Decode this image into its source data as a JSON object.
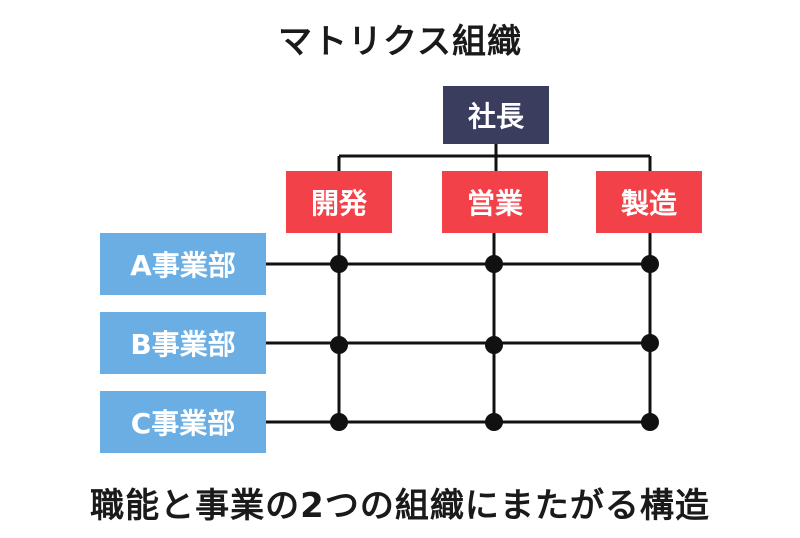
{
  "title": "マトリクス組織",
  "president": "社長",
  "functions": [
    "開発",
    "営業",
    "製造"
  ],
  "divisions": [
    "A事業部",
    "B事業部",
    "C事業部"
  ],
  "caption": "職能と事業の2つの組織にまたがる構造",
  "colors": {
    "president": "#3b3d5e",
    "function": "#f24149",
    "division": "#6baee3",
    "line": "#111111"
  }
}
